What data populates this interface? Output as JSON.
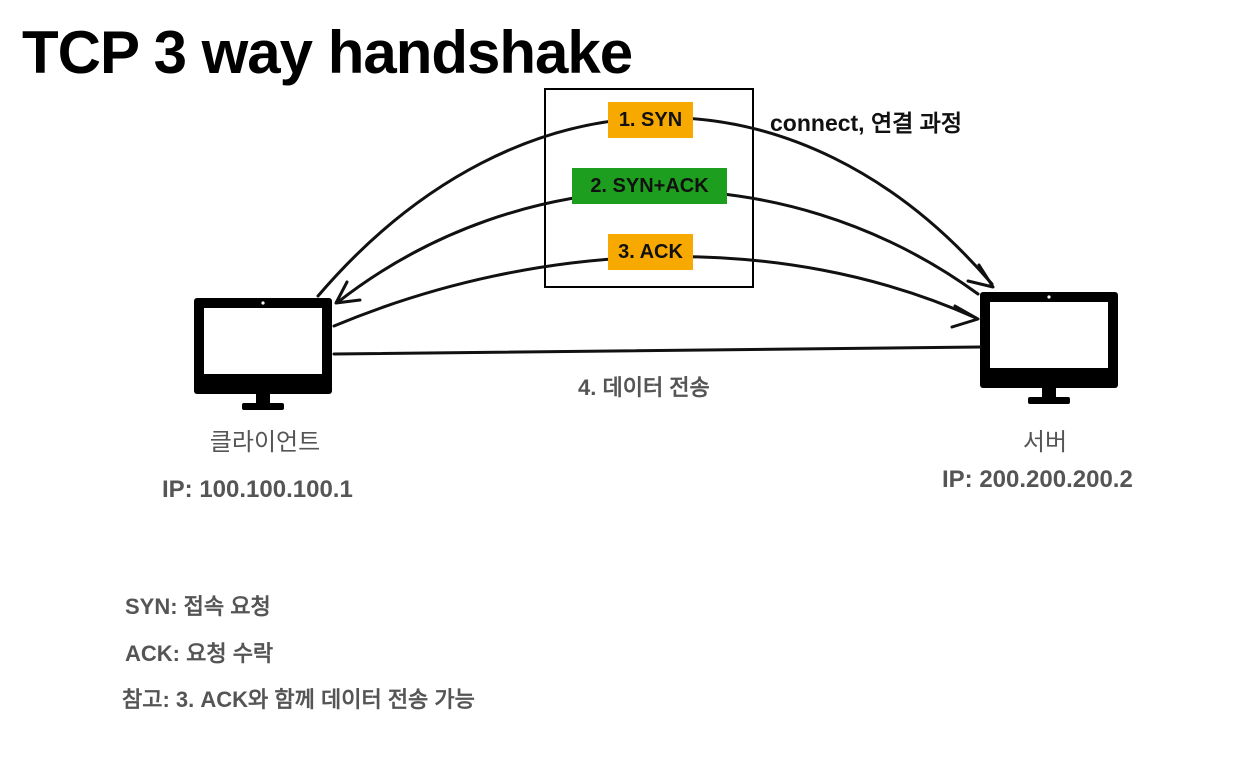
{
  "title": "TCP 3 way handshake",
  "steps": [
    {
      "label": "1. SYN",
      "color": "#F7A900"
    },
    {
      "label": "2. SYN+ACK",
      "color": "#1E9E1E"
    },
    {
      "label": "3. ACK",
      "color": "#F7A900"
    }
  ],
  "connect_label": "connect, 연결 과정",
  "transfer_label": "4. 데이터 전송",
  "client": {
    "name": "클라이언트",
    "ip": "IP: 100.100.100.1",
    "icon": "monitor-icon"
  },
  "server": {
    "name": "서버",
    "ip": "IP: 200.200.200.2",
    "icon": "monitor-icon"
  },
  "notes": [
    "SYN: 접속 요청",
    "ACK: 요청 수락",
    "참고: 3. ACK와 함께 데이터 전송 가능"
  ]
}
